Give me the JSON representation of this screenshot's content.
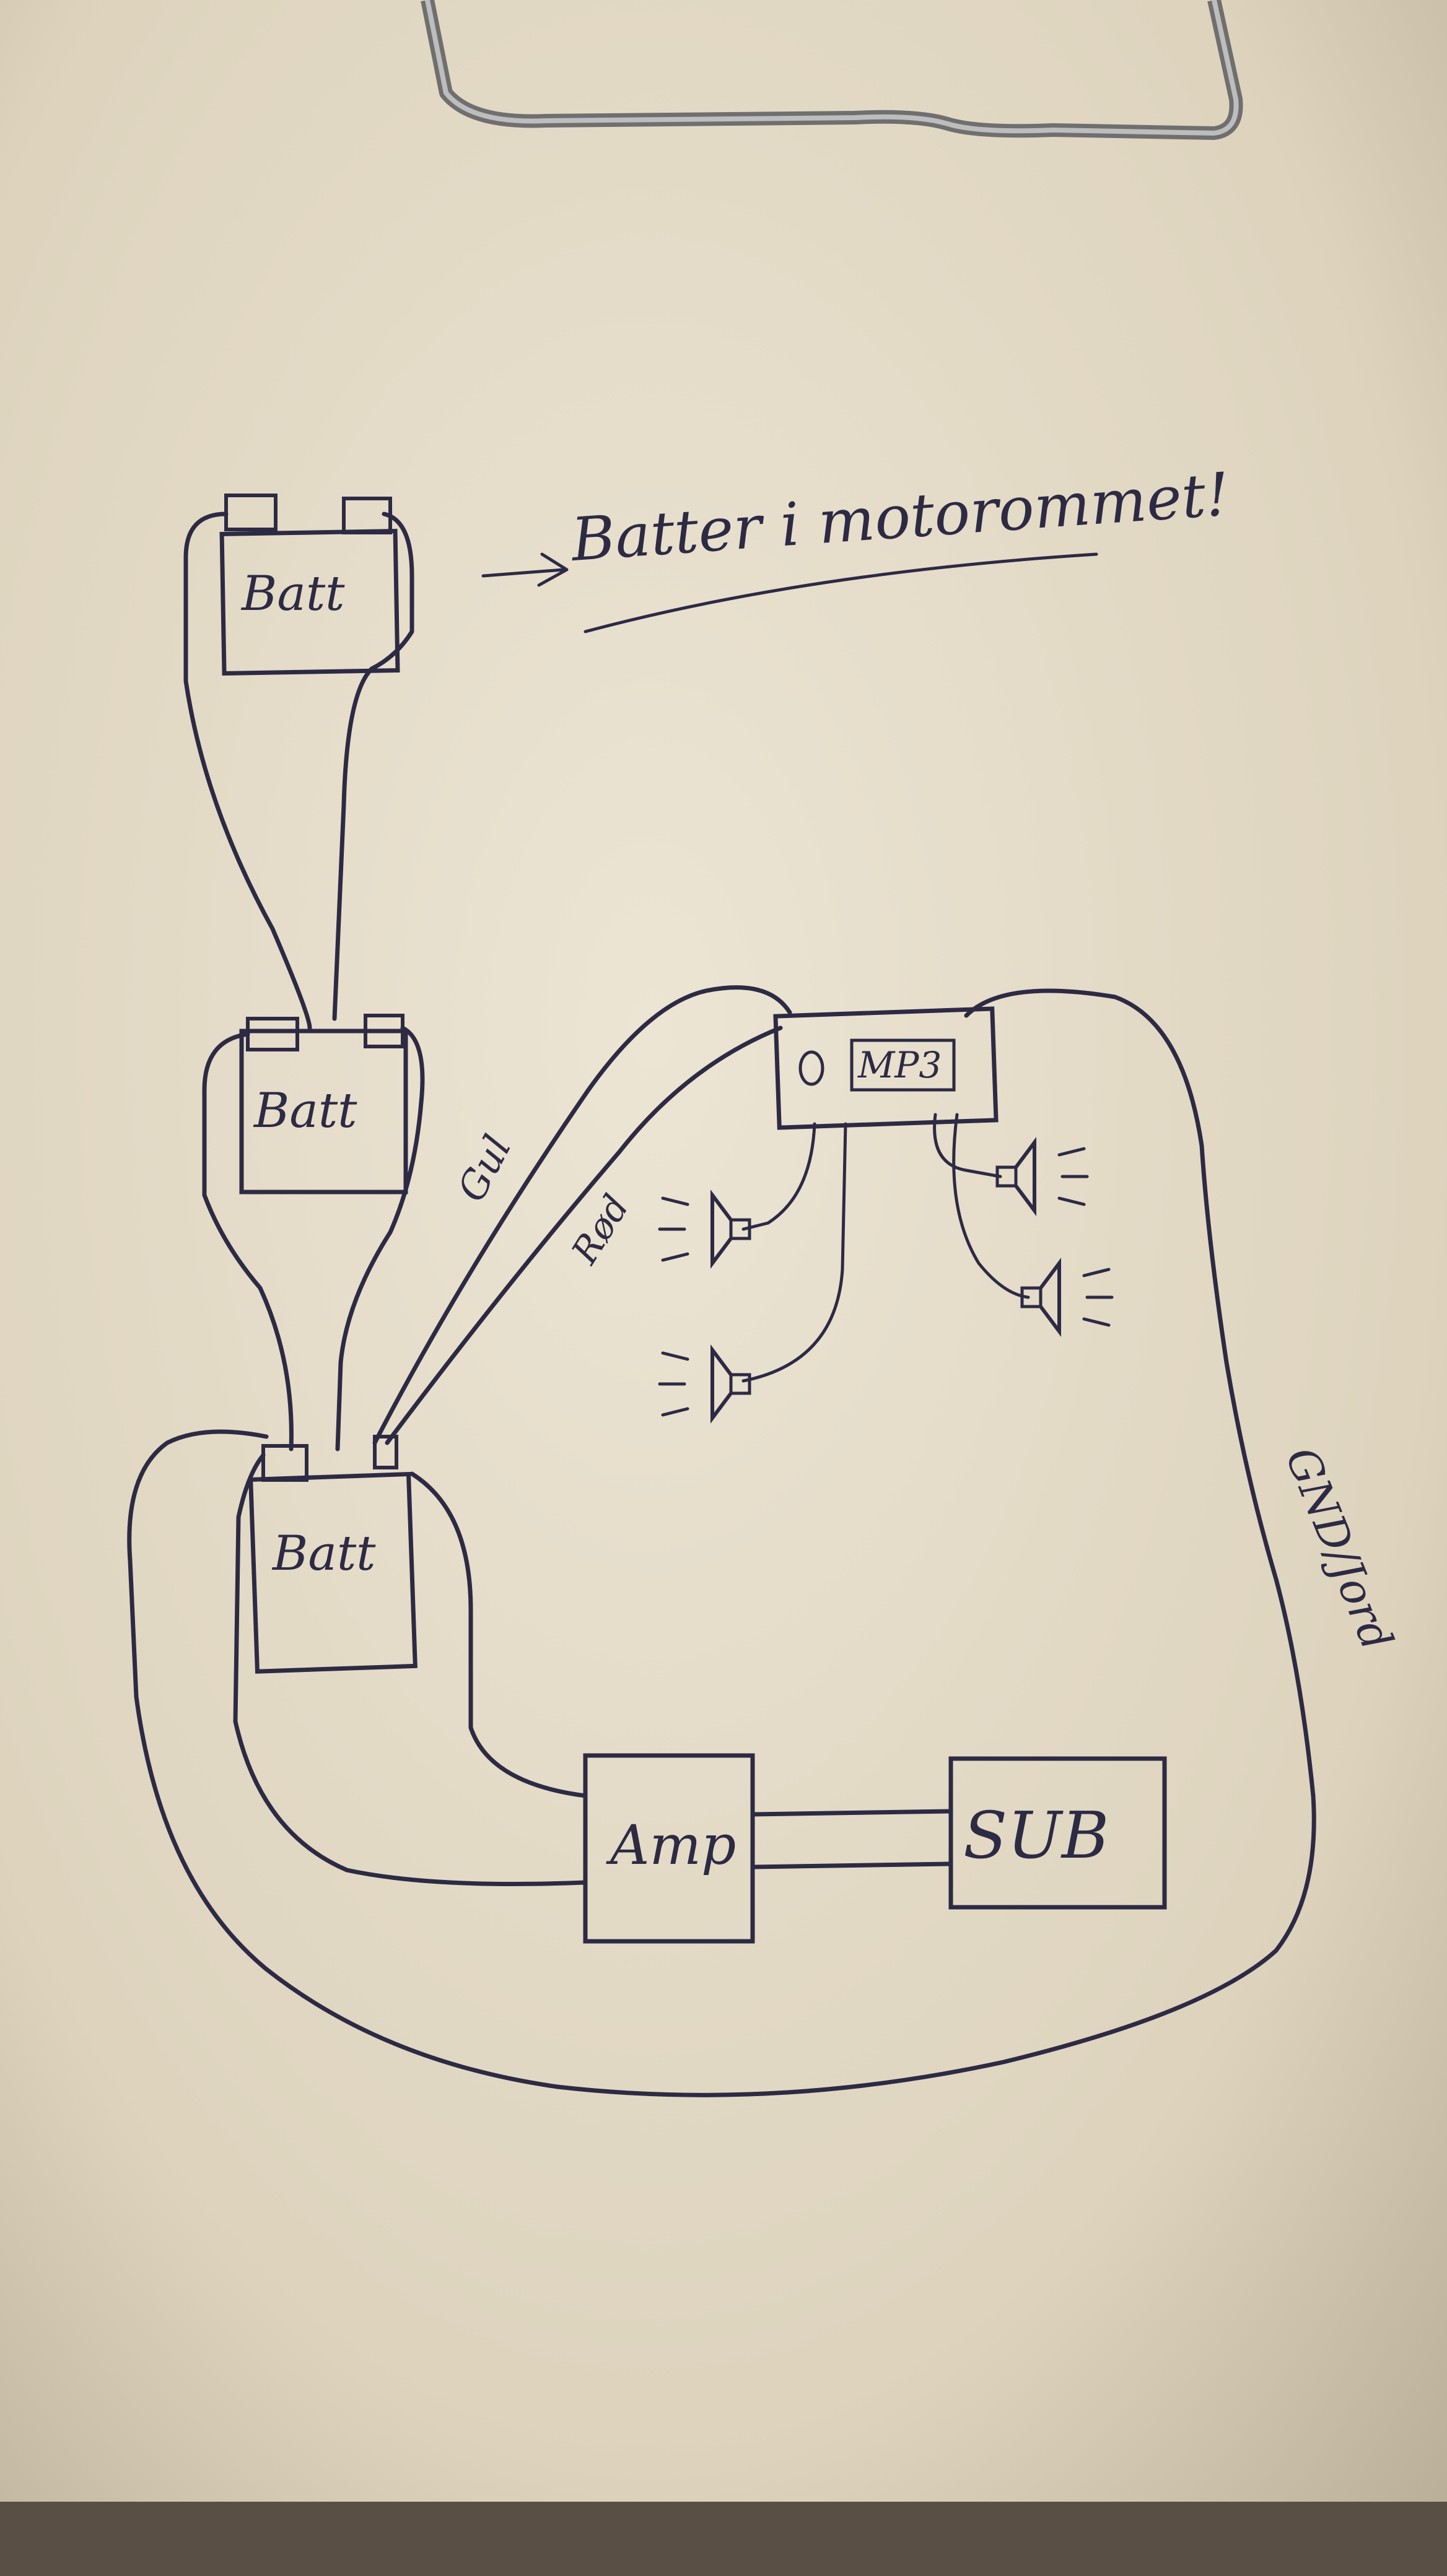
{
  "diagram": {
    "annotation": "Batter i motorommet!",
    "components": {
      "battery_top": "Batt",
      "battery_middle": "Batt",
      "battery_bottom": "Batt",
      "mp3_player": "MP3",
      "amplifier": "Amp",
      "subwoofer": "SUB"
    },
    "wire_labels": {
      "yellow_wire": "Gul",
      "red_wire": "Rød",
      "ground_wire": "GND/Jord"
    },
    "colors": {
      "paper": "#e4dcc9",
      "ink": "#2d2a44",
      "clip": "#8a8a8a"
    }
  }
}
